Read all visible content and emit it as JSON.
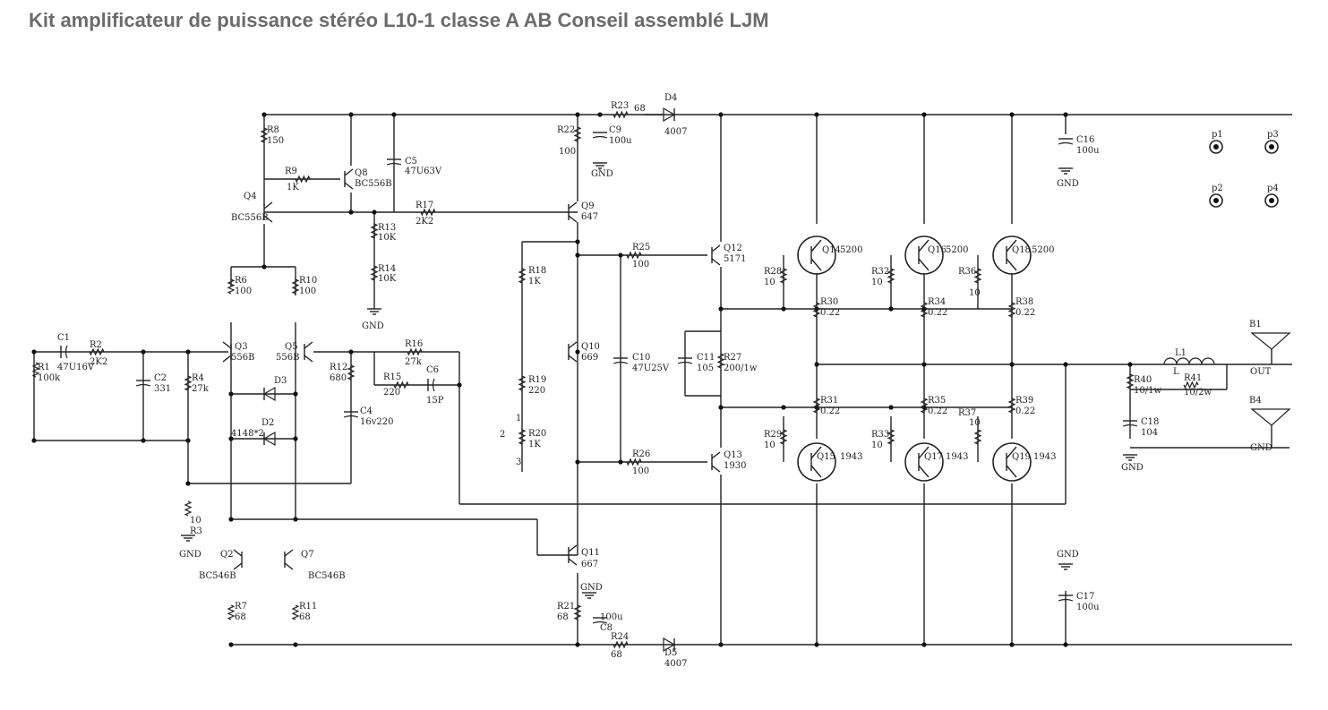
{
  "page": {
    "title": "Kit amplificateur de puissance stéréo L10-1 classe A AB Conseil assemblé LJM"
  },
  "labels": {
    "R8": "R8",
    "v150": "150",
    "R9": "R9",
    "v1K_9": "1K",
    "Q8": "Q8",
    "BC556B_8": "BC556B",
    "C5": "C5",
    "v47U63V": "47U63V",
    "Q4": "Q4",
    "BC556B_4": "BC556B",
    "R13": "R13",
    "v10K_13": "10K",
    "R14": "R14",
    "v10K_14": "10K",
    "GND_1": "GND",
    "R17": "R17",
    "v2K2_17": "2K2",
    "R22": "R22",
    "v100_22": "100",
    "R23": "R23",
    "v68_23": "68",
    "C9": "C9",
    "v100u_9": "100u",
    "GND_2": "GND",
    "D4": "D4",
    "v4007_4": "4007",
    "C16": "C16",
    "v100u_16": "100u",
    "GND_3": "GND",
    "p1": "p1",
    "p2": "p2",
    "p3": "p3",
    "p4": "p4",
    "Q9": "Q9",
    "v647": "647",
    "R18": "R18",
    "v1K_18": "1K",
    "R25": "R25",
    "v100_25": "100",
    "Q12": "Q12",
    "v5171": "5171",
    "Q14": "Q14",
    "v5200_14": "5200",
    "Q16": "Q16",
    "v5200_16": "5200",
    "Q18": "Q18",
    "v5200_18": "5200",
    "R28": "R28",
    "v10_28": "10",
    "R32": "R32",
    "v10_32": "10",
    "R36": "R36",
    "v10_36": "10",
    "R30": "R30",
    "v022_30": "0.22",
    "R34": "R34",
    "v022_34": "0.22",
    "R38": "R38",
    "v022_38": "0.22",
    "R6": "R6",
    "v100_6": "100",
    "R10": "R10",
    "v100_10": "100",
    "C1": "C1",
    "v47U16V": "47U16V",
    "R2": "R2",
    "v2K2_2": "2K2",
    "R1": "R1",
    "v100k": "100k",
    "C2": "C2",
    "v331": "331",
    "R4": "R4",
    "v27k_4": "27k",
    "Q3": "Q3",
    "v556B_3": "556B",
    "Q5": "Q5",
    "v556B_5": "556B",
    "R12": "R12",
    "v680": "680",
    "R16": "R16",
    "v27k_16": "27k",
    "R15": "R15",
    "v220_15": "220",
    "C6": "C6",
    "v15P": "15P",
    "D3": "D3",
    "D2": "D2",
    "v4148x2": "4148*2",
    "C4": "C4",
    "v16v220": "16v220",
    "Q10": "Q10",
    "v669": "669",
    "C10": "C10",
    "v47U25V": "47U25V",
    "C11": "C11",
    "v105": "105",
    "R27": "R27",
    "v200_1w": "200/1w",
    "R19": "R19",
    "v220_19": "220",
    "R20": "R20",
    "v1K_20": "1K",
    "pin1": "1",
    "pin2": "2",
    "pin3": "3",
    "R26": "R26",
    "v100_26": "100",
    "Q13": "Q13",
    "v1930": "1930",
    "R31": "R31",
    "v022_31": "0.22",
    "R35": "R35",
    "v022_35": "0.22",
    "R39": "R39",
    "v022_39": "0.22",
    "R37": "R37",
    "v10_37": "10",
    "R29": "R29",
    "v10_29": "10",
    "R33": "R33",
    "v10_33": "10",
    "Q15": "Q15",
    "v1943_15": "1943",
    "Q17": "Q17",
    "v1943_17": "1943",
    "Q19": "Q19",
    "v1943_19": "1943",
    "L1": "L1",
    "L": "L",
    "R41": "R41",
    "v10_2w": "10/2w",
    "R40": "R40",
    "v10_1w": "10/1w",
    "C18": "C18",
    "v104": "104",
    "GND_4": "GND",
    "B1": "B1",
    "OUT": "OUT",
    "B4": "B4",
    "GND_5": "GND",
    "v10_3": "10",
    "R3": "R3",
    "GND_6": "GND",
    "Q2": "Q2",
    "BC546B_2": "BC546B",
    "Q7": "Q7",
    "BC546B_7": "BC546B",
    "R7": "R7",
    "v68_7": "68",
    "R11": "R11",
    "v68_11": "68",
    "Q11": "Q11",
    "v667": "667",
    "GND_7": "GND",
    "R21": "R21",
    "v68_21": "68",
    "C8": "C8",
    "v100u_8": "100u",
    "R24": "R24",
    "v68_24": "68",
    "D5": "D5",
    "v4007_5": "4007",
    "GND_8": "GND",
    "C17": "C17",
    "v100u_17": "100u"
  }
}
